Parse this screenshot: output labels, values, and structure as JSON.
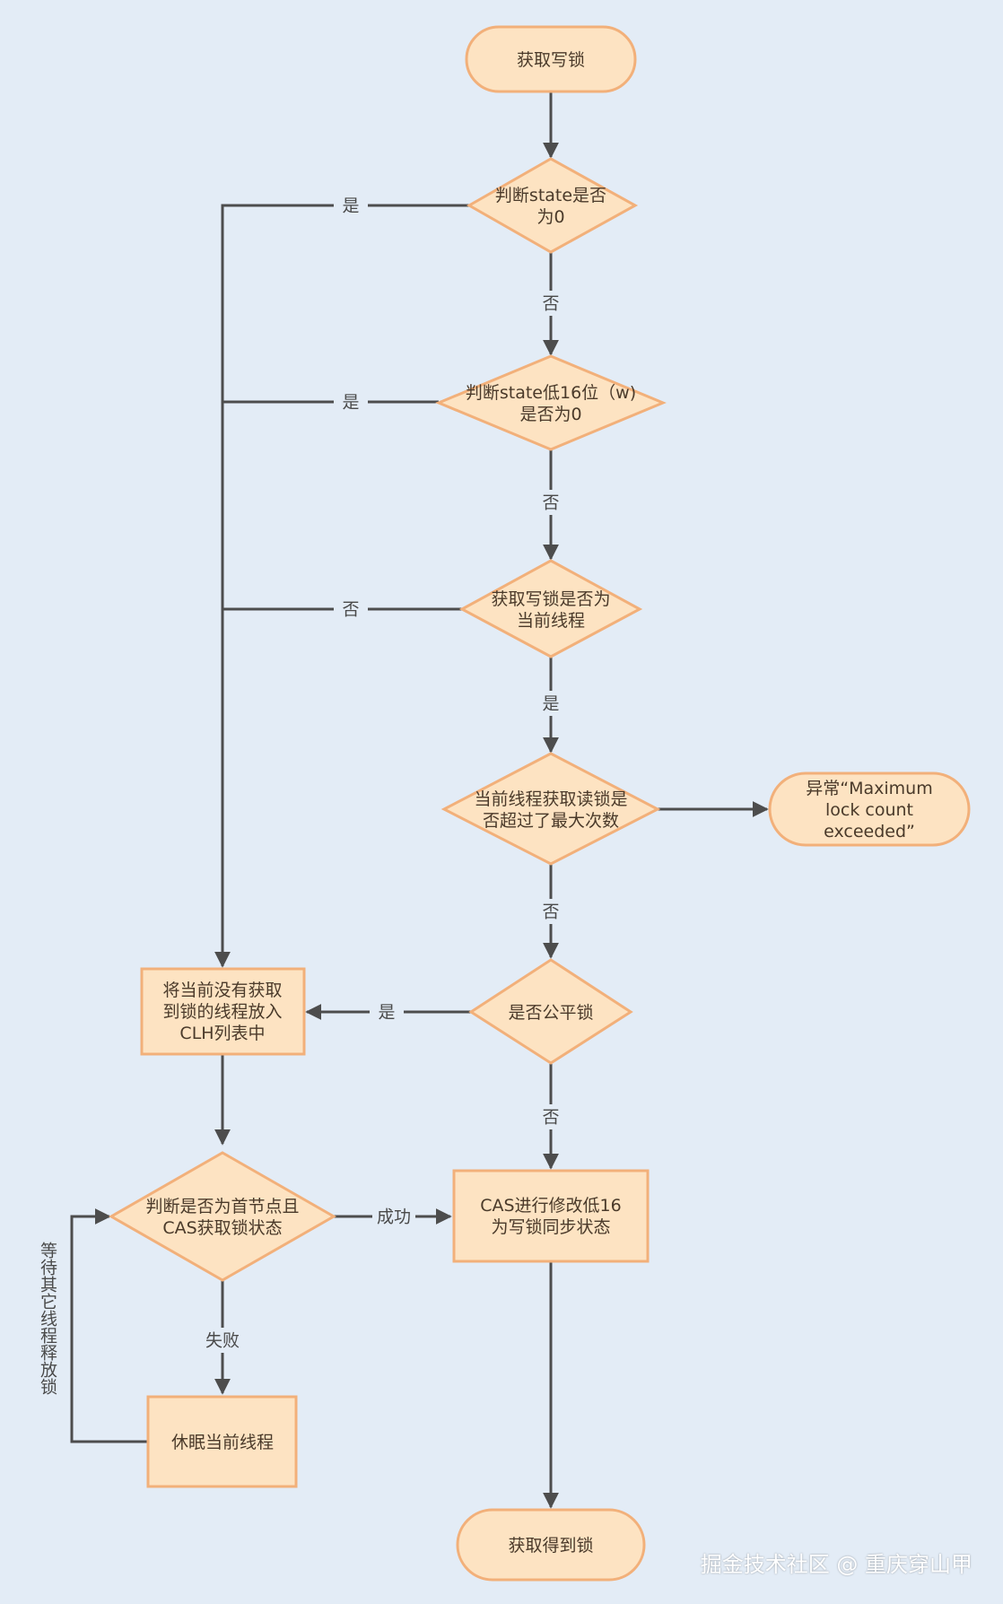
{
  "flowchart": {
    "nodes": {
      "start": [
        "获取写锁"
      ],
      "d1": [
        "判断state是否",
        "为0"
      ],
      "d2": [
        "判断state低16位（w)",
        "是否为0"
      ],
      "d3": [
        "获取写锁是否为",
        "当前线程"
      ],
      "d4": [
        "当前线程获取读锁是",
        "否超过了最大次数"
      ],
      "exception": [
        "异常“Maximum",
        "lock count",
        "exceeded”"
      ],
      "d5": [
        "是否公平锁"
      ],
      "enqueue": [
        "将当前没有获取",
        "到锁的线程放入",
        "CLH列表中"
      ],
      "d6": [
        "判断是否为首节点且",
        "CAS获取锁状态"
      ],
      "cas": [
        "CAS进行修改低16",
        "为写锁同步状态"
      ],
      "sleep": [
        "休眠当前线程"
      ],
      "end": [
        "获取得到锁"
      ]
    },
    "edge_labels": {
      "d1_yes": "是",
      "d1_no": "否",
      "d2_yes": "是",
      "d2_no": "否",
      "d3_no": "否",
      "d3_yes": "是",
      "d4_no": "否",
      "d5_yes": "是",
      "d5_no": "否",
      "d6_success": "成功",
      "d6_fail": "失败",
      "wait_loop": "等待其它线程释放锁"
    }
  },
  "watermark": "掘金技术社区 @ 重庆穿山甲",
  "colors": {
    "background": "#e3ecf6",
    "node_fill": "#fde3c2",
    "node_stroke": "#f2b07a",
    "line": "#4d4d4d"
  }
}
